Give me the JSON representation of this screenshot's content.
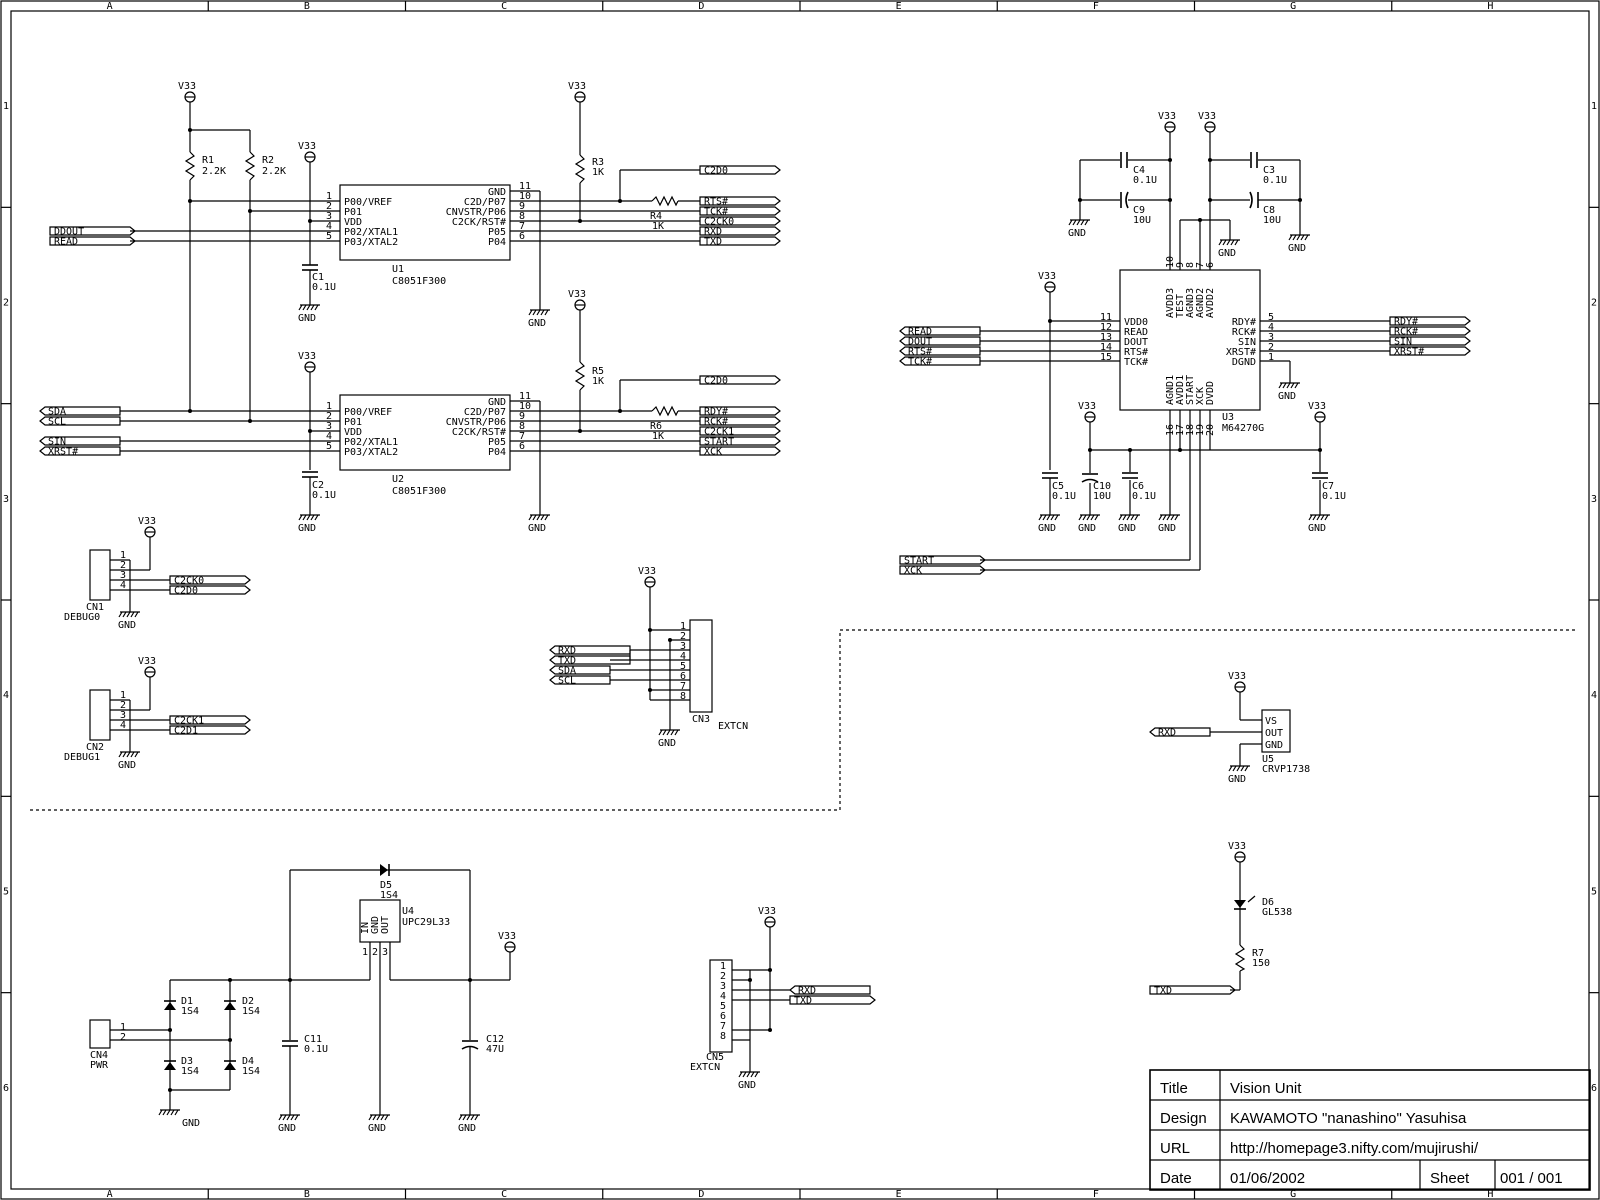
{
  "border": {
    "cols": [
      "A",
      "B",
      "C",
      "D",
      "E",
      "F",
      "G",
      "H"
    ],
    "rows": [
      "1",
      "2",
      "3",
      "4",
      "5",
      "6"
    ]
  },
  "title_block": {
    "title_label": "Title",
    "title_value": "Vision Unit",
    "design_label": "Design",
    "design_value": "KAWAMOTO \"nanashino\" Yasuhisa",
    "url_label": "URL",
    "url_value": "http://homepage3.nifty.com/mujirushi/",
    "date_label": "Date",
    "date_value": "01/06/2002",
    "sheet_label": "Sheet",
    "sheet_value": "001 / 001"
  },
  "common": {
    "v33": "V33",
    "gnd": "GND"
  },
  "res": {
    "r1": {
      "ref": "R1",
      "val": "2.2K"
    },
    "r2": {
      "ref": "R2",
      "val": "2.2K"
    },
    "r3": {
      "ref": "R3",
      "val": "1K"
    },
    "r4": {
      "ref": "R4",
      "val": "1K"
    },
    "r5": {
      "ref": "R5",
      "val": "1K"
    },
    "r6": {
      "ref": "R6",
      "val": "1K"
    },
    "r7": {
      "ref": "R7",
      "val": "150"
    }
  },
  "caps": {
    "c1": {
      "ref": "C1",
      "val": "0.1U"
    },
    "c2": {
      "ref": "C2",
      "val": "0.1U"
    },
    "c3": {
      "ref": "C3",
      "val": "0.1U"
    },
    "c4": {
      "ref": "C4",
      "val": "0.1U"
    },
    "c5": {
      "ref": "C5",
      "val": "0.1U"
    },
    "c6": {
      "ref": "C6",
      "val": "0.1U"
    },
    "c7": {
      "ref": "C7",
      "val": "0.1U"
    },
    "c8": {
      "ref": "C8",
      "val": "10U"
    },
    "c9": {
      "ref": "C9",
      "val": "10U"
    },
    "c10": {
      "ref": "C10",
      "val": "10U"
    },
    "c11": {
      "ref": "C11",
      "val": "0.1U"
    },
    "c12": {
      "ref": "C12",
      "val": "47U"
    }
  },
  "mcu": {
    "part": "C8051F300",
    "u1": "U1",
    "u2": "U2",
    "left": [
      {
        "n": "1",
        "name": "P00/VREF"
      },
      {
        "n": "2",
        "name": "P01"
      },
      {
        "n": "3",
        "name": "VDD"
      },
      {
        "n": "4",
        "name": "P02/XTAL1"
      },
      {
        "n": "5",
        "name": "P03/XTAL2"
      }
    ],
    "right": [
      {
        "n": "11",
        "name": "GND"
      },
      {
        "n": "10",
        "name": "C2D/P07"
      },
      {
        "n": "9",
        "name": "CNVSTR/P06"
      },
      {
        "n": "8",
        "name": "C2CK/RST#"
      },
      {
        "n": "7",
        "name": "P05"
      },
      {
        "n": "6",
        "name": "P04"
      }
    ]
  },
  "u1_nets": {
    "in1": "DDOUT",
    "in2": "READ",
    "c2d": "C2D0",
    "o10": "RTS#",
    "o9": "TCK#",
    "o8": "C2CK0",
    "o7": "RXD",
    "o6": "TXD"
  },
  "u2_nets": {
    "in0": "SDA",
    "in1": "SCL",
    "in2": "SIN",
    "in3": "XRST#",
    "c2d": "C2D0",
    "o10": "RDY#",
    "o9": "RCK#",
    "o8": "C2CK1",
    "o7": "START",
    "o6": "XCK"
  },
  "u3": {
    "ref": "U3",
    "part": "M64270G",
    "top": [
      {
        "n": "10",
        "name": "AVDD3"
      },
      {
        "n": "9",
        "name": "TEST"
      },
      {
        "n": "8",
        "name": "AGND3"
      },
      {
        "n": "7",
        "name": "AGND2"
      },
      {
        "n": "6",
        "name": "AVDD2"
      }
    ],
    "left": [
      {
        "n": "11",
        "name": "VDD0"
      },
      {
        "n": "12",
        "name": "READ"
      },
      {
        "n": "13",
        "name": "DOUT"
      },
      {
        "n": "14",
        "name": "RTS#"
      },
      {
        "n": "15",
        "name": "TCK#"
      }
    ],
    "right": [
      {
        "n": "5",
        "name": "RDY#"
      },
      {
        "n": "4",
        "name": "RCK#"
      },
      {
        "n": "3",
        "name": "SIN"
      },
      {
        "n": "2",
        "name": "XRST#"
      },
      {
        "n": "1",
        "name": "DGND"
      }
    ],
    "bottom": [
      {
        "n": "16",
        "name": "AGND1"
      },
      {
        "n": "17",
        "name": "AVDD1"
      },
      {
        "n": "18",
        "name": "START"
      },
      {
        "n": "19",
        "name": "XCK"
      },
      {
        "n": "20",
        "name": "DVDD"
      }
    ],
    "left_nets": [
      "READ",
      "DOUT",
      "RTS#",
      "TCK#"
    ],
    "right_nets": [
      "RDY#",
      "RCK#",
      "SIN",
      "XRST#"
    ],
    "bottom_nets": [
      "START",
      "XCK"
    ]
  },
  "cn1": {
    "ref": "CN1",
    "name": "DEBUG0",
    "pins": [
      "1",
      "2",
      "3",
      "4"
    ],
    "nets": [
      "C2CK0",
      "C2D0"
    ]
  },
  "cn2": {
    "ref": "CN2",
    "name": "DEBUG1",
    "pins": [
      "1",
      "2",
      "3",
      "4"
    ],
    "nets": [
      "C2CK1",
      "C2D1"
    ]
  },
  "cn3": {
    "ref": "CN3",
    "name": "EXTCN",
    "pins": [
      "1",
      "2",
      "3",
      "4",
      "5",
      "6",
      "7",
      "8"
    ],
    "nets": [
      "RXD",
      "TXD",
      "SDA",
      "SCL"
    ]
  },
  "cn4": {
    "ref": "CN4",
    "name": "PWR",
    "pins": [
      "1",
      "2"
    ]
  },
  "cn5": {
    "ref": "CN5",
    "name": "EXTCN",
    "pins": [
      "1",
      "2",
      "3",
      "4",
      "5",
      "6",
      "7",
      "8"
    ],
    "nets": [
      "RXD",
      "TXD"
    ]
  },
  "u5": {
    "ref": "U5",
    "part": "CRVP1738",
    "pin_vs": "VS",
    "pin_out": "OUT",
    "pin_gnd": "GND",
    "net": "RXD"
  },
  "u4": {
    "ref": "U4",
    "part": "UPC29L33",
    "pins": [
      "IN",
      "GND",
      "OUT"
    ],
    "pin_nums": [
      "1",
      "2",
      "3"
    ]
  },
  "diodes": {
    "d1": {
      "ref": "D1",
      "val": "1S4"
    },
    "d2": {
      "ref": "D2",
      "val": "1S4"
    },
    "d3": {
      "ref": "D3",
      "val": "1S4"
    },
    "d4": {
      "ref": "D4",
      "val": "1S4"
    },
    "d5": {
      "ref": "D5",
      "val": "1S4"
    },
    "d6": {
      "ref": "D6",
      "val": "GL538"
    }
  },
  "led_net": "TXD"
}
